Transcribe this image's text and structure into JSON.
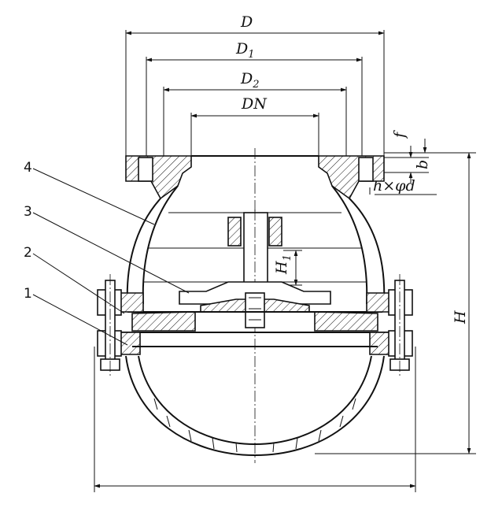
{
  "dimensions": {
    "d_outer": "D",
    "d1": "D",
    "d1_sub": "1",
    "d2": "D",
    "d2_sub": "2",
    "dn": "DN",
    "f": "f",
    "b": "b",
    "holes": "h×φd",
    "height": "H",
    "h1": "H",
    "h1_sub": "1"
  },
  "part_numbers": [
    "4",
    "3",
    "2",
    "1"
  ],
  "colors": {
    "line": "#111111",
    "background": "#ffffff"
  }
}
